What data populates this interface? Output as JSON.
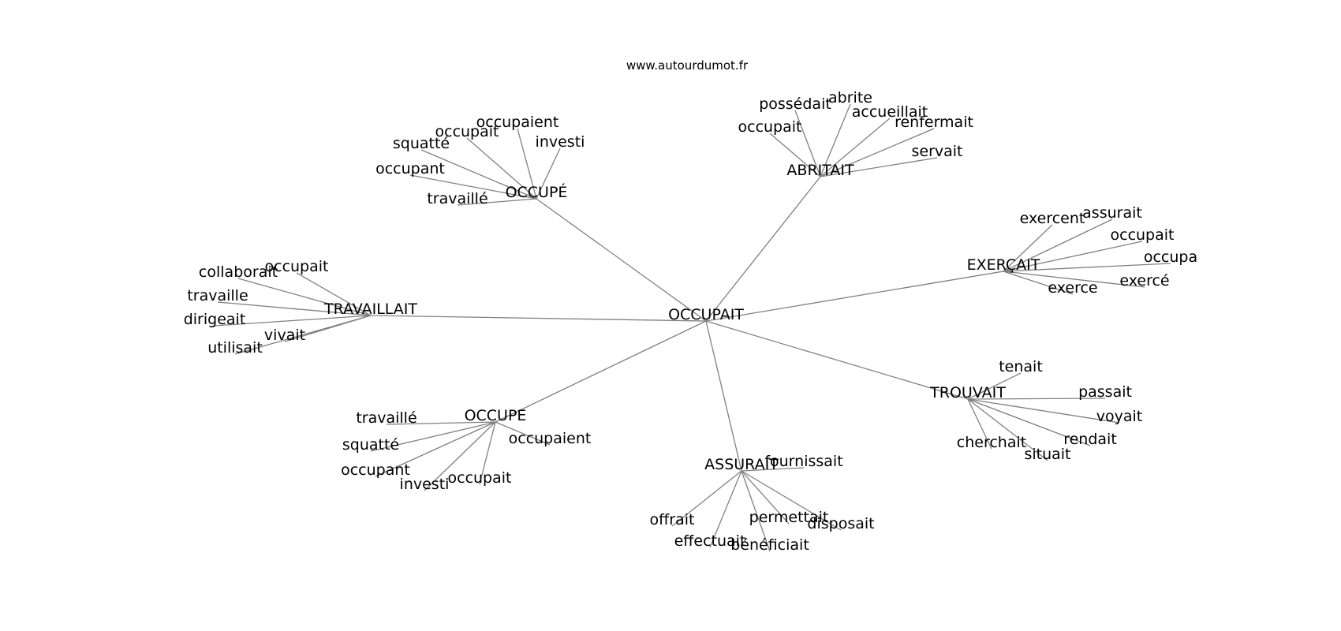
{
  "site": "www.autourdumot.fr",
  "graph": {
    "center": "OCCUPAIT",
    "groups": [
      {
        "hub": "OCCUPÉ",
        "leaves": [
          "occupaient",
          "occupait",
          "squatté",
          "investi",
          "occupant",
          "travaillé"
        ]
      },
      {
        "hub": "ABRITAIT",
        "leaves": [
          "possédait",
          "abrite",
          "accueillait",
          "renfermait",
          "occupait",
          "servait"
        ]
      },
      {
        "hub": "EXERÇAIT",
        "leaves": [
          "exercent",
          "assurait",
          "occupait",
          "occupa",
          "exercé",
          "exerce"
        ]
      },
      {
        "hub": "TRAVAILLAIT",
        "leaves": [
          "occupait",
          "collaborait",
          "travaille",
          "dirigeait",
          "vivait",
          "utilisait"
        ]
      },
      {
        "hub": "TROUVAIT",
        "leaves": [
          "tenait",
          "passait",
          "voyait",
          "rendait",
          "situait",
          "cherchait"
        ]
      },
      {
        "hub": "OCCUPE",
        "leaves": [
          "travaillé",
          "squatté",
          "occupant",
          "investi",
          "occupait",
          "occupaient"
        ]
      },
      {
        "hub": "ASSURAIT",
        "leaves": [
          "fournissait",
          "offrait",
          "effectuait",
          "bénéficiait",
          "permettait",
          "disposait"
        ]
      }
    ]
  }
}
